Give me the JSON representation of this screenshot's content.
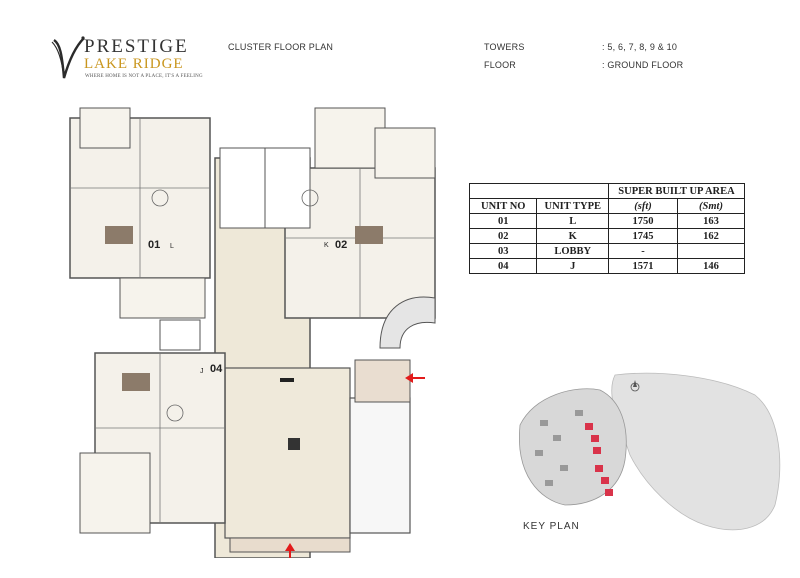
{
  "brand": {
    "name": "PRESTIGE",
    "project": "LAKE RIDGE",
    "tagline": "WHERE HOME IS NOT A PLACE, IT'S A FEELING"
  },
  "header": {
    "title": "CLUSTER FLOOR PLAN",
    "towers_label": "TOWERS",
    "towers_value": ": 5, 6, 7, 8, 9 & 10",
    "floor_label": "FLOOR",
    "floor_value": ": GROUND FLOOR"
  },
  "plan": {
    "unit_tags": [
      "01",
      "02",
      "04"
    ],
    "unit_types": [
      "L",
      "K",
      "J"
    ],
    "wall_color": "#555555",
    "floor_color": "#eee8d8",
    "arrow_color": "#e21b1b"
  },
  "area_table": {
    "super_header": "SUPER BUILT UP AREA",
    "columns": [
      "UNIT NO",
      "UNIT TYPE",
      "(sft)",
      "(Smt)"
    ],
    "rows": [
      [
        "01",
        "L",
        "1750",
        "163"
      ],
      [
        "02",
        "K",
        "1745",
        "162"
      ],
      [
        "03",
        "LOBBY",
        "-",
        ""
      ],
      [
        "04",
        "J",
        "1571",
        "146"
      ]
    ]
  },
  "key_plan": {
    "label": "KEY PLAN",
    "highlight_color": "#d9334a"
  }
}
